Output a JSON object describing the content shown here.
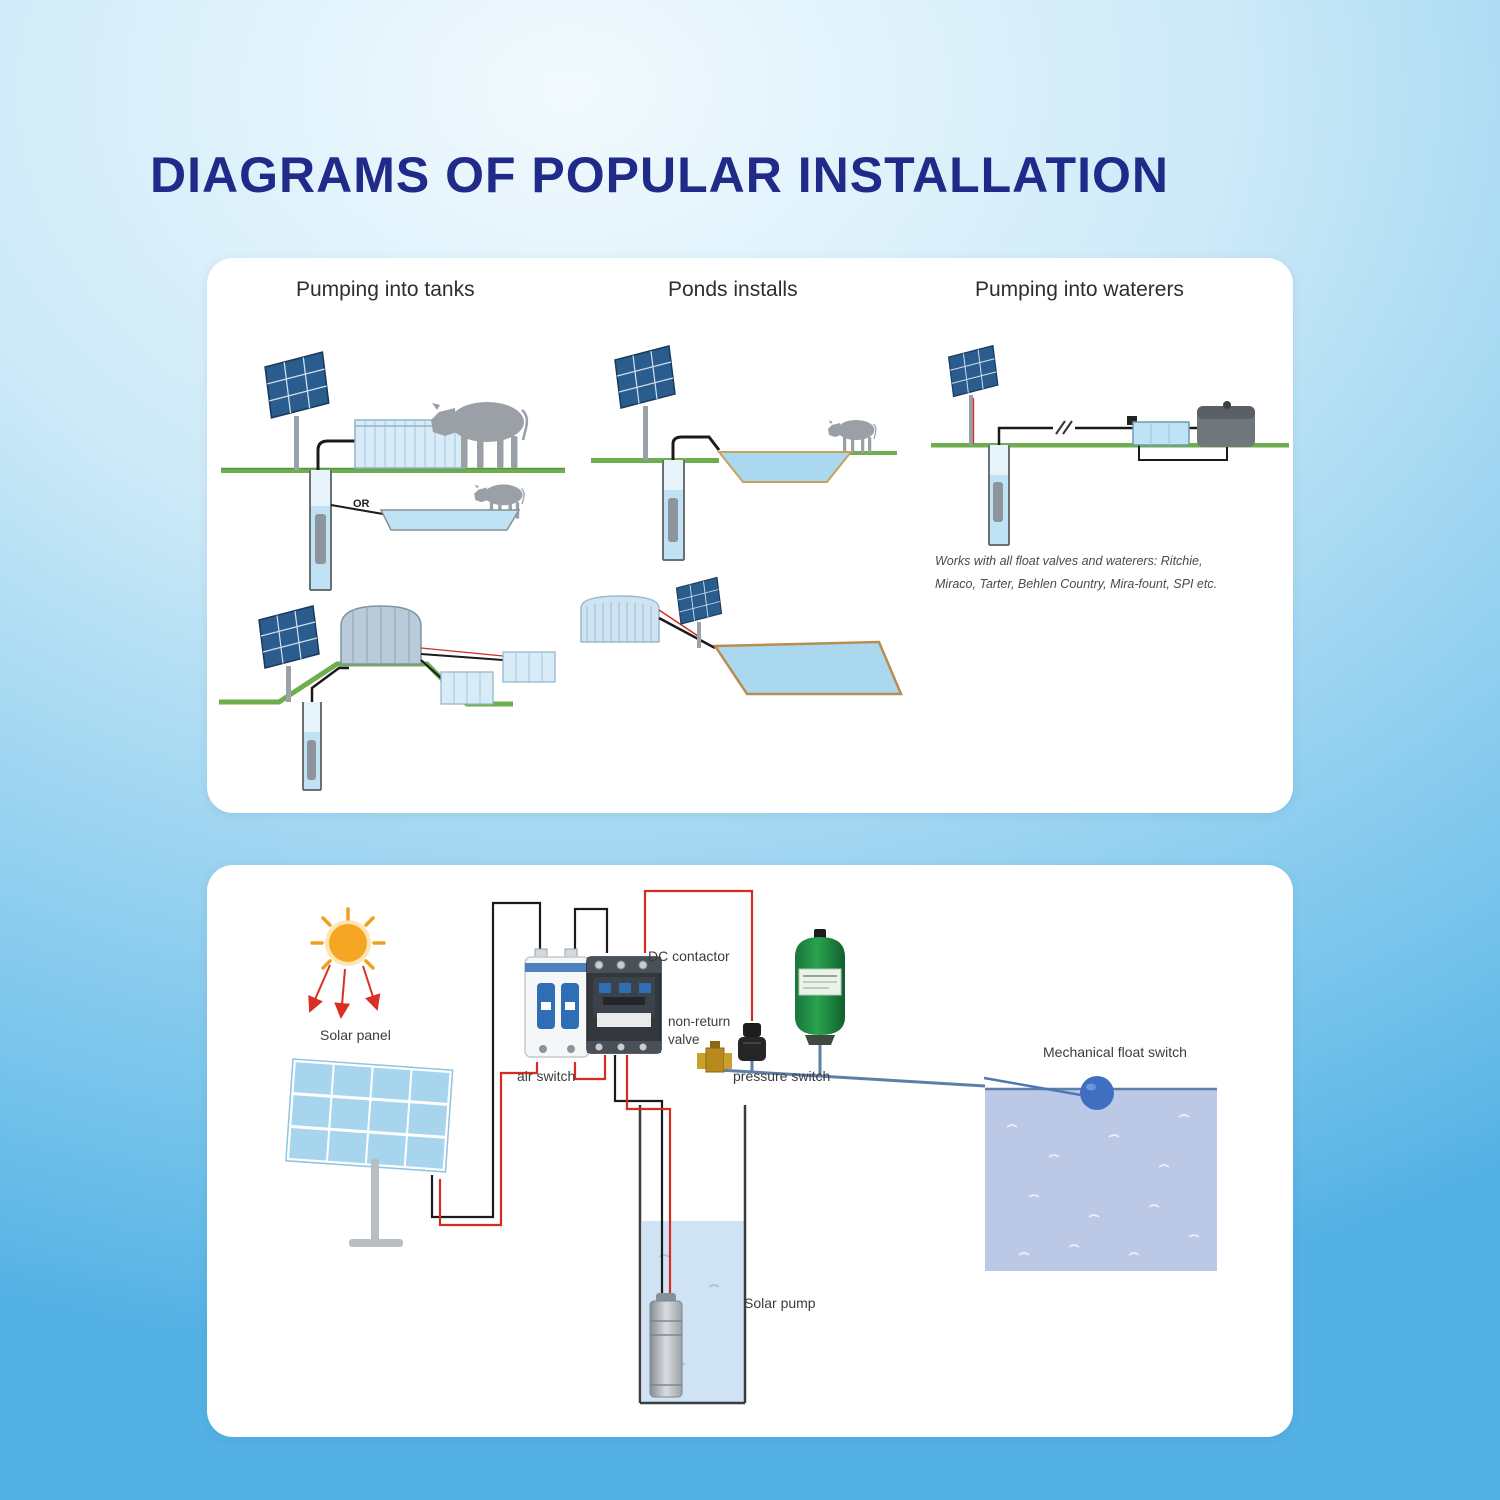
{
  "page": {
    "title": "DIAGRAMS OF POPULAR INSTALLATION"
  },
  "installations": {
    "sections": [
      {
        "label": "Pumping into tanks"
      },
      {
        "label": "Ponds installs"
      },
      {
        "label": "Pumping into waterers"
      }
    ],
    "or_label": "OR",
    "note": "Works with all float valves and waterers: Ritchie, Miraco, Tarter, Behlen Country, Mira-fount, SPI etc."
  },
  "wiring": {
    "labels": {
      "solar_panel": "Solar panel",
      "air_switch": "air switch",
      "dc_contactor": "DC contactor",
      "non_return_valve": "non-return valve",
      "pressure_switch": "pressure switch",
      "mechanical_float_switch": "Mechanical float switch",
      "solar_pump": "Solar pump"
    }
  },
  "colors": {
    "title_navy": "#202a88",
    "background_top": "#f2fafe",
    "background_bottom": "#54b1e4",
    "panel_blue": "#2b5c8e",
    "panel_cell_blue": "#a7d5ee",
    "water_blue": "#a9d8ef",
    "ground_green": "#6fae4e",
    "wire_red": "#d62b20",
    "wire_black": "#1b1b1b",
    "pressure_tank_green": "#2aa34f",
    "float_blue": "#3f6fc1",
    "tank_water_fill": "#bcc9e6"
  }
}
